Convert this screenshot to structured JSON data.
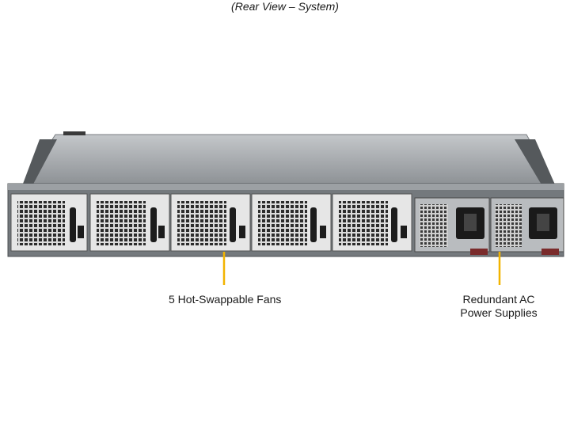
{
  "caption": "(Rear View – System)",
  "callouts": {
    "fans": "5 Hot-Swappable Fans",
    "psu_line1": "Redundant AC",
    "psu_line2": "Power Supplies"
  },
  "colors": {
    "callout_line": "#f2b400",
    "chassis_top": "#a9adb1",
    "chassis_panel": "#6f7478"
  },
  "fan_count": 5,
  "psu_count": 2
}
